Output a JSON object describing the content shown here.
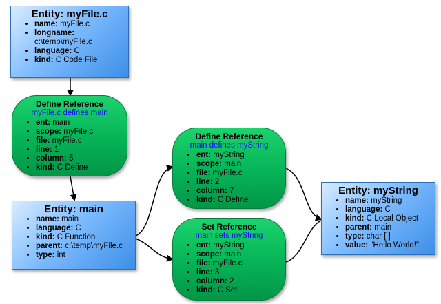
{
  "nodes": {
    "file_entity": {
      "title": "Entity: myFile.c",
      "props": [
        {
          "key": "name:",
          "value": "myFile.c"
        },
        {
          "key": "longname:",
          "value": "c:\\temp\\myFile.c"
        },
        {
          "key": "language:",
          "value": "C"
        },
        {
          "key": "kind:",
          "value": "C Code File"
        }
      ]
    },
    "define_main": {
      "title": "Define Reference",
      "subtitle": "myFile.c defines main",
      "props": [
        {
          "key": "ent:",
          "value": "main"
        },
        {
          "key": "scope:",
          "value": "myFile.c"
        },
        {
          "key": "file:",
          "value": "myFile.c"
        },
        {
          "key": "line:",
          "value": "1"
        },
        {
          "key": "column:",
          "value": "5"
        },
        {
          "key": "kind:",
          "value": "C Define"
        }
      ]
    },
    "main_entity": {
      "title": "Entity: main",
      "props": [
        {
          "key": "name:",
          "value": "main"
        },
        {
          "key": "language:",
          "value": "C"
        },
        {
          "key": "kind:",
          "value": "C Function"
        },
        {
          "key": "parent:",
          "value": "c:\\temp\\myFile.c"
        },
        {
          "key": "type:",
          "value": "int"
        }
      ]
    },
    "define_mystring": {
      "title": "Define Reference",
      "subtitle": "main defines myString",
      "props": [
        {
          "key": "ent:",
          "value": "myString"
        },
        {
          "key": "scope:",
          "value": "main"
        },
        {
          "key": "file:",
          "value": "myFile.c"
        },
        {
          "key": "line:",
          "value": "2"
        },
        {
          "key": "column:",
          "value": "7"
        },
        {
          "key": "kind:",
          "value": "C Define"
        }
      ]
    },
    "set_mystring": {
      "title": "Set Reference",
      "subtitle": "main sets myString",
      "props": [
        {
          "key": "ent:",
          "value": "myString"
        },
        {
          "key": "scope:",
          "value": "main"
        },
        {
          "key": "file:",
          "value": "myFile.c"
        },
        {
          "key": "line:",
          "value": "3"
        },
        {
          "key": "column:",
          "value": "2"
        },
        {
          "key": "kind:",
          "value": "C Set"
        }
      ]
    },
    "mystring_entity": {
      "title": "Entity: myString",
      "props": [
        {
          "key": "name:",
          "value": "myString"
        },
        {
          "key": "language:",
          "value": "C"
        },
        {
          "key": "kind:",
          "value": "C Local Object"
        },
        {
          "key": "parent:",
          "value": "main"
        },
        {
          "key": "type:",
          "value": "char [ ]"
        },
        {
          "key": "value:",
          "value": "\"Hello World!\""
        }
      ]
    }
  },
  "colors": {
    "entity_fill": "#5aa6f5",
    "reference_fill": "#05b356",
    "subtitle_text": "#1200ff",
    "edge": "#000000"
  }
}
